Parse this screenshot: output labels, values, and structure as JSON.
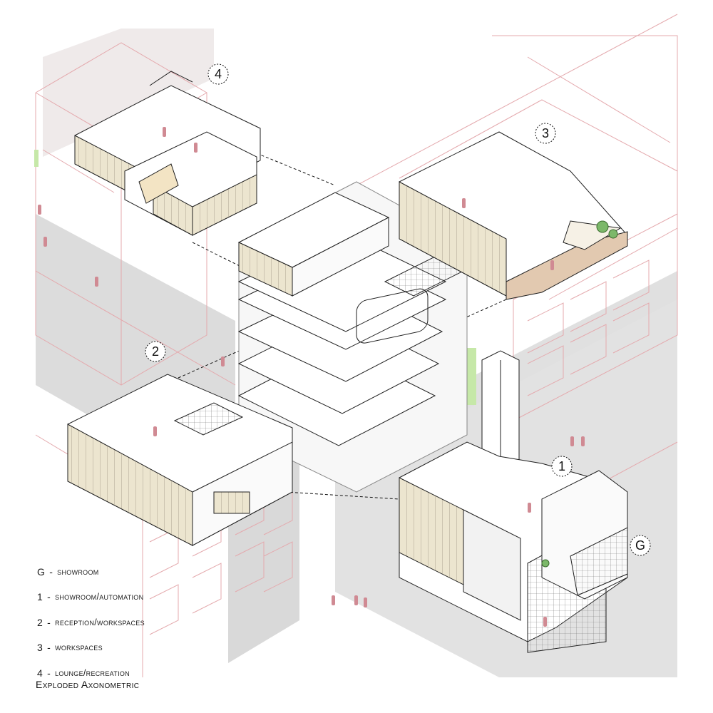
{
  "floor_tags": [
    "4",
    "3",
    "2",
    "1",
    "G"
  ],
  "legend": [
    {
      "key": "G",
      "label": "showroom"
    },
    {
      "key": "1",
      "label": "showroom/automation"
    },
    {
      "key": "2",
      "label": "reception/workspaces"
    },
    {
      "key": "3",
      "label": "workspaces"
    },
    {
      "key": "4",
      "label": "lounge/recreation"
    }
  ],
  "caption": "Exploded Axonometric",
  "colors": {
    "context_line": "#e4a9ad",
    "road": "#dcdcdc",
    "glass_panel": "#ece5cf",
    "people": "#d08a93",
    "vegetation": "#c6e8a8",
    "ink": "#1f1f1f"
  }
}
